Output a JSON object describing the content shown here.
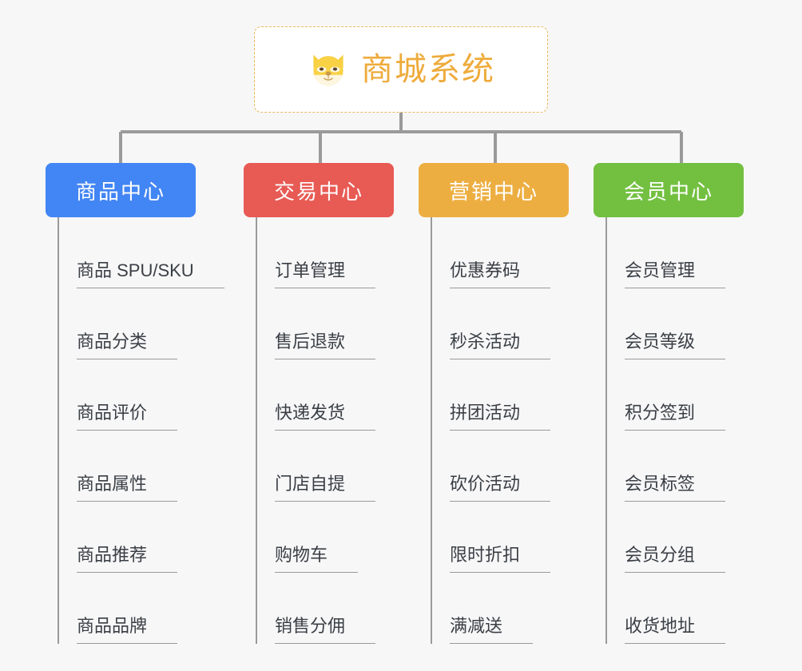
{
  "root": {
    "title": "商城系统",
    "icon": "shiba-dog-emoji",
    "border_color": "#eab857",
    "text_color": "#eeab3b"
  },
  "page": {
    "background": "#f7f7f8",
    "connector_color": "#9a9a9a"
  },
  "columns": [
    {
      "category": "商品中心",
      "color": "#4285f4",
      "items": [
        "商品 SPU/SKU",
        "商品分类",
        "商品评价",
        "商品属性",
        "商品推荐",
        "商品品牌"
      ]
    },
    {
      "category": "交易中心",
      "color": "#e85a54",
      "items": [
        "订单管理",
        "售后退款",
        "快递发货",
        "门店自提",
        "购物车",
        "销售分佣"
      ]
    },
    {
      "category": "营销中心",
      "color": "#edae41",
      "items": [
        "优惠券码",
        "秒杀活动",
        "拼团活动",
        "砍价活动",
        "限时折扣",
        "满减送"
      ]
    },
    {
      "category": "会员中心",
      "color": "#73c041",
      "items": [
        "会员管理",
        "会员等级",
        "积分签到",
        "会员标签",
        "会员分组",
        "收货地址"
      ]
    }
  ]
}
